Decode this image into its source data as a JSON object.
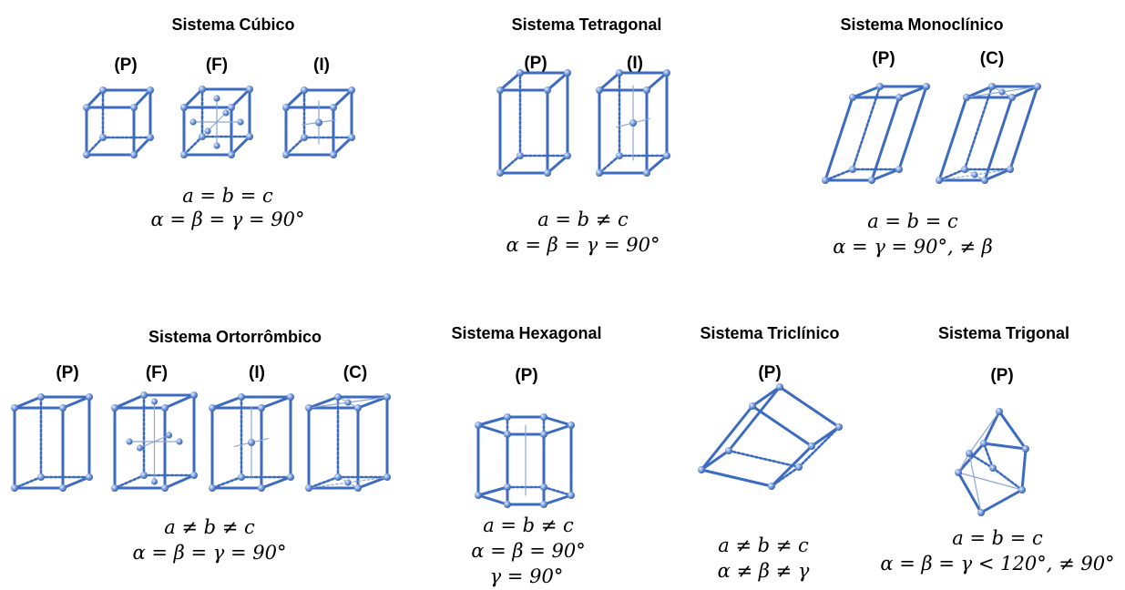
{
  "systems": [
    {
      "id": "cubic",
      "title": "Sistema Cúbico",
      "labels": [
        "(P)",
        "(F)",
        "(I)"
      ],
      "equations": [
        "a = b = c",
        "α = β = γ = 90°"
      ]
    },
    {
      "id": "tetragonal",
      "title": "Sistema Tetragonal",
      "labels": [
        "(P)",
        "(I)"
      ],
      "equations": [
        "a = b ≠ c",
        "α = β = γ = 90°"
      ]
    },
    {
      "id": "monoclinic",
      "title": "Sistema Monoclínico",
      "labels": [
        "(P)",
        "(C)"
      ],
      "equations": [
        "a = b = c",
        "α = γ = 90°, ≠ β"
      ]
    },
    {
      "id": "orthorhombic",
      "title": "Sistema Ortorrômbico",
      "labels": [
        "(P)",
        "(F)",
        "(I)",
        "(C)"
      ],
      "equations": [
        "a ≠ b ≠ c",
        "α = β = γ = 90°"
      ]
    },
    {
      "id": "hexagonal",
      "title": "Sistema Hexagonal",
      "labels": [
        "(P)"
      ],
      "equations": [
        "a = b ≠ c",
        "α = β = 90°",
        "γ = 90°"
      ]
    },
    {
      "id": "triclinic",
      "title": "Sistema Triclínico",
      "labels": [
        "(P)"
      ],
      "equations": [
        "a ≠ b ≠ c",
        "α ≠ β ≠ γ"
      ]
    },
    {
      "id": "trigonal",
      "title": "Sistema Trigonal",
      "labels": [
        "(P)"
      ],
      "equations": [
        "a = b = c",
        "α = β = γ < 120°, ≠ 90°"
      ]
    }
  ],
  "colors": {
    "edge": "#3d6bbf",
    "atom_light": "#a9c4ef",
    "atom_dark": "#2e57a6",
    "text": "#000000"
  }
}
